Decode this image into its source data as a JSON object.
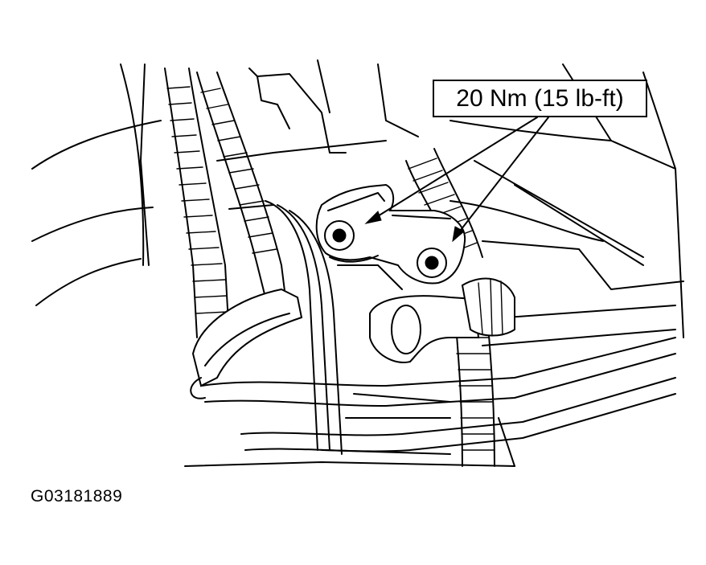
{
  "figure": {
    "callout": "20 Nm (15 lb-ft)",
    "figure_code": "G03181889",
    "icons": [
      "hose-clamp-bracket-illustration",
      "bolt-icon"
    ]
  }
}
